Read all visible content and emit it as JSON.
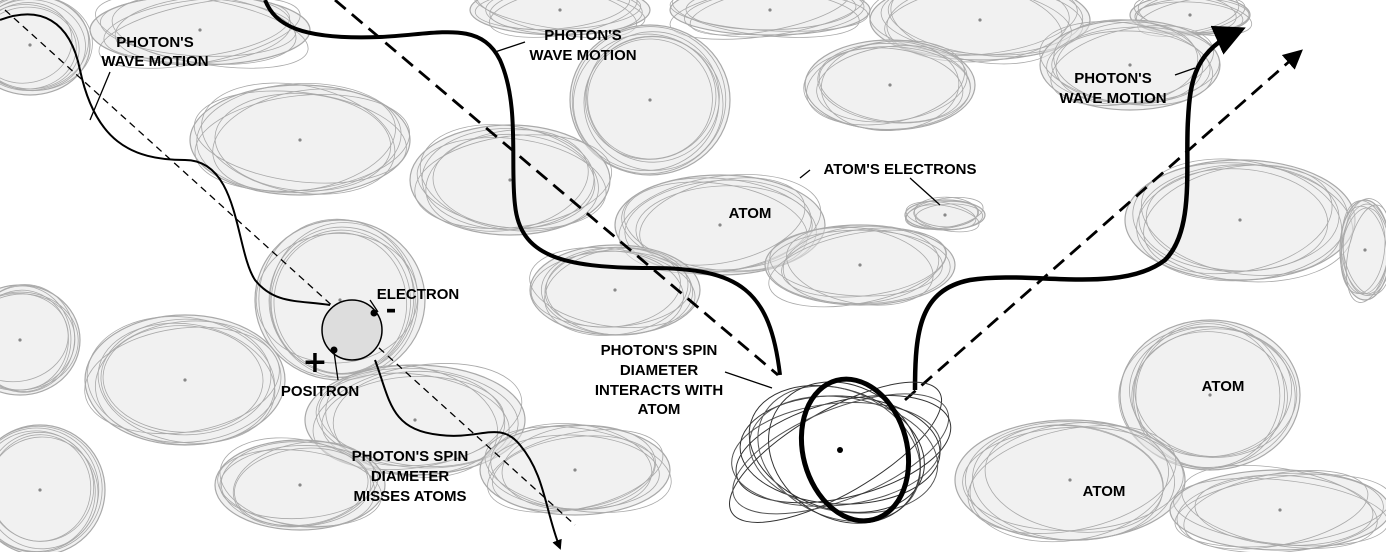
{
  "colors": {
    "background": "#ffffff",
    "atom_fill": "#e6e6e6",
    "atom_stroke": "#a9a9a9",
    "ink": "#000000"
  },
  "labels": {
    "wave_left": [
      "PHOTON'S",
      "WAVE MOTION"
    ],
    "wave_mid": [
      "PHOTON'S",
      "WAVE MOTION"
    ],
    "wave_right": [
      "PHOTON'S",
      "WAVE MOTION"
    ],
    "atoms_electrons": "ATOM'S ELECTRONS",
    "atom_a": "ATOM",
    "atom_b": "ATOM",
    "atom_c": "ATOM",
    "electron": "ELECTRON",
    "positron": "POSITRON",
    "electron_sign": "-",
    "positron_sign": "+",
    "spin_interacts": [
      "PHOTON'S SPIN",
      "DIAMETER",
      "INTERACTS WITH",
      "ATOM"
    ],
    "spin_misses": [
      "PHOTON'S SPIN",
      "DIAMETER",
      "MISSES ATOMS"
    ]
  }
}
